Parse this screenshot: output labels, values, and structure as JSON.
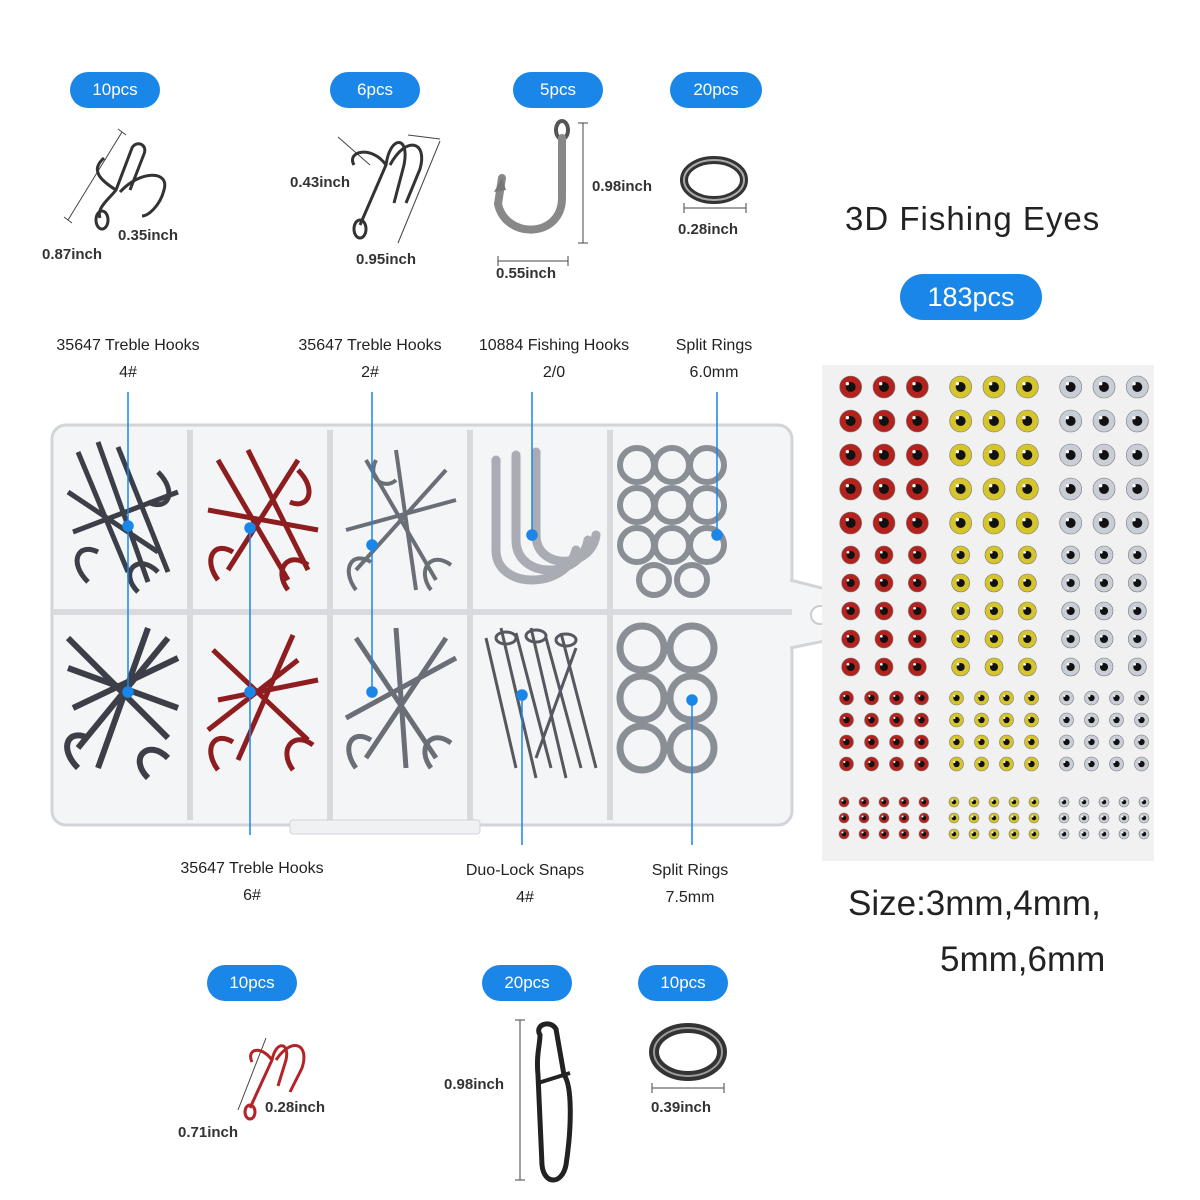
{
  "top_items": [
    {
      "count": "10pcs",
      "dims": [
        "0.87inch",
        "0.35inch"
      ]
    },
    {
      "count": "6pcs",
      "dims": [
        "0.43inch",
        "0.95inch"
      ]
    },
    {
      "count": "5pcs",
      "dims": [
        "0.98inch",
        "0.55inch"
      ]
    },
    {
      "count": "20pcs",
      "dims": [
        "0.28inch"
      ]
    }
  ],
  "bottom_items": [
    {
      "count": "10pcs",
      "dims": [
        "0.71inch",
        "0.28inch"
      ]
    },
    {
      "count": "20pcs",
      "dims": [
        "0.98inch"
      ]
    },
    {
      "count": "10pcs",
      "dims": [
        "0.39inch"
      ]
    }
  ],
  "box_labels_top": [
    {
      "name": "35647 Treble Hooks",
      "size": "4#"
    },
    {
      "name": "35647 Treble Hooks",
      "size": "2#"
    },
    {
      "name": "10884 Fishing Hooks",
      "size": "2/0"
    },
    {
      "name": "Split Rings",
      "size": "6.0mm"
    }
  ],
  "box_labels_bottom": [
    {
      "name": "35647 Treble Hooks",
      "size": "6#"
    },
    {
      "name": "Duo-Lock Snaps",
      "size": "4#"
    },
    {
      "name": "Split Rings",
      "size": "7.5mm"
    }
  ],
  "eyes": {
    "title": "3D Fishing Eyes",
    "count": "183pcs",
    "size_line1": "Size:3mm,4mm,",
    "size_line2": "5mm,6mm"
  },
  "colors": {
    "accent": "#1a86e8",
    "eye_red": "#b3221c",
    "eye_yellow": "#d6c52a",
    "eye_silver": "#c9ced6",
    "hook_red": "#8e1d1f",
    "hook_dark": "#3c3f48"
  }
}
